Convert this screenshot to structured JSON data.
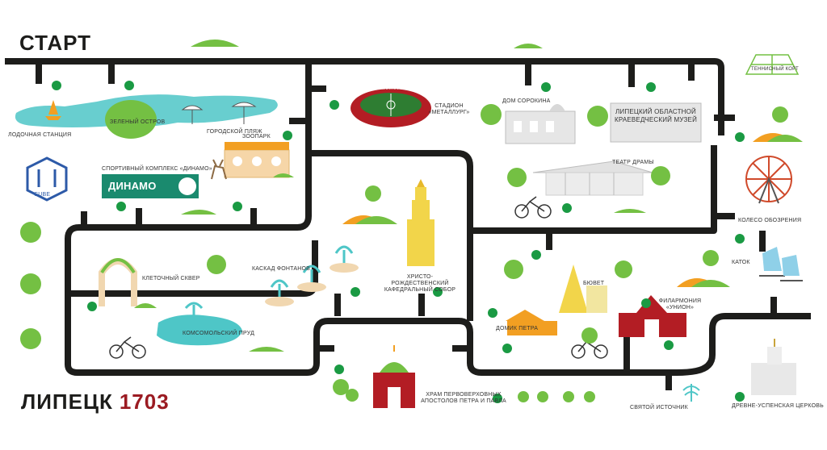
{
  "header": {
    "start_label": "СТАРТ"
  },
  "footer": {
    "city": "ЛИПЕЦК",
    "year": "1703"
  },
  "places": {
    "boat_station": "ЛОДОЧНАЯ СТАНЦИЯ",
    "green_island": "ЗЕЛЕНЫЙ ОСТРОВ",
    "city_beach": "ГОРОДСКОЙ ПЛЯЖ",
    "zoo": "ЗООПАРК",
    "sport_complex": "СПОРТИВНЫЙ КОМПЛЕКС «ДИНАМО»",
    "dinamo_sign": "ДИНАМО",
    "cube_sign": "CUBE",
    "stadium_sign": "МЕТАЛЛУРГ",
    "stadium": "СТАДИОН «МЕТАЛЛУРГ»",
    "sorokin_house": "ДОМ СОРОКИНА",
    "museum": "ЛИПЕЦКИЙ ОБЛАСТНОЙ КРАЕВЕДЧЕСКИЙ МУЗЕЙ",
    "drama_theatre": "ТЕАТР ДРАМЫ",
    "tennis_court": "ТЕННИСНЫЙ КОРТ",
    "ferris_wheel": "КОЛЕСО ОБОЗРЕНИЯ",
    "rink": "КАТОК",
    "cage_square": "КЛЕТОЧНЫЙ СКВЕР",
    "fountain_cascade": "КАСКАД ФОНТАНОВ",
    "cathedral": "ХРИСТО-РОЖДЕСТВЕНСКИЙ КАФЕДРАЛЬНЫЙ СОБОР",
    "komsomol_pond": "КОМСОМОЛЬСКИЙ ПРУД",
    "peter_house": "ДОМИК ПЕТРА",
    "buvet": "БЮВЕТ",
    "philharmonic": "ФИЛАРМОНИЯ «УНИОН»",
    "temple": "ХРАМ ПЕРВОВЕРХОВНЫХ АПОСТОЛОВ ПЕТРА И ПАВЛА",
    "holy_spring": "СВЯТОЙ ИСТОЧНИК",
    "uspensky_church": "ДРЕВНЕ-УСПЕНСКАЯ ЦЕРКОВЬ"
  },
  "colors": {
    "road": "#1d1d1b",
    "dot": "#1a9a43",
    "grass": "#74c043",
    "water": "#4ec6c7",
    "orange": "#f29f22",
    "red": "#b31d24",
    "yellow": "#f2d54a"
  }
}
